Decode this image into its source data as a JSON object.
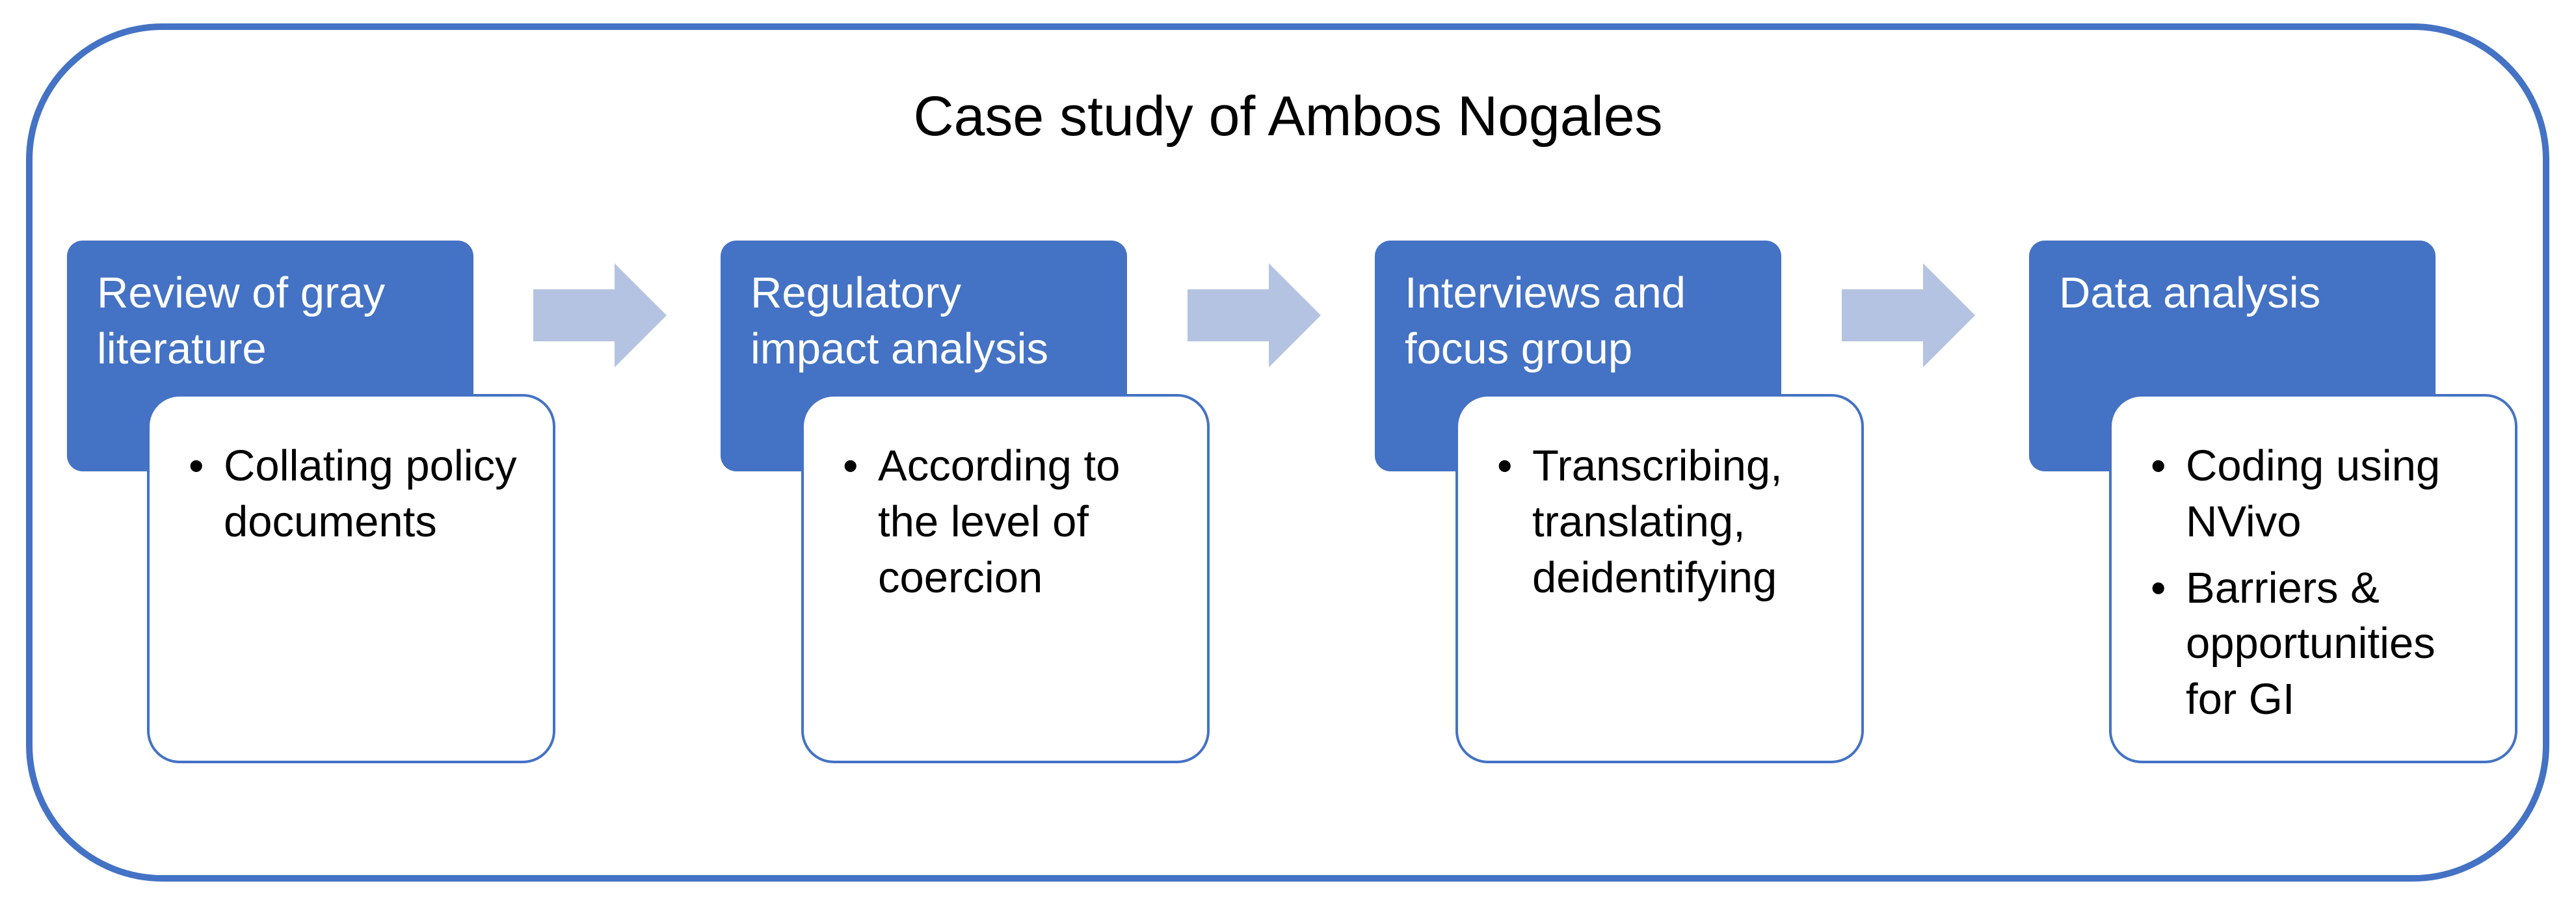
{
  "title": "Case study of Ambos Nogales",
  "colors": {
    "accent": "#4472c4",
    "arrow": "#b4c3e1",
    "heading_text": "#ffffff",
    "body_text": "#000000"
  },
  "steps": [
    {
      "heading": "Review of gray literature",
      "bullets": [
        "Collating policy documents"
      ]
    },
    {
      "heading": "Regulatory impact analysis",
      "bullets": [
        "According to the level of coercion"
      ]
    },
    {
      "heading": "Interviews and focus group",
      "bullets": [
        "Transcribing, translating, deidentifying"
      ]
    },
    {
      "heading": "Data analysis",
      "bullets": [
        "Coding using NVivo",
        "Barriers & opportunities for GI"
      ]
    }
  ],
  "arrows": [
    {
      "icon": "right-arrow-icon"
    },
    {
      "icon": "right-arrow-icon"
    },
    {
      "icon": "right-arrow-icon"
    }
  ]
}
